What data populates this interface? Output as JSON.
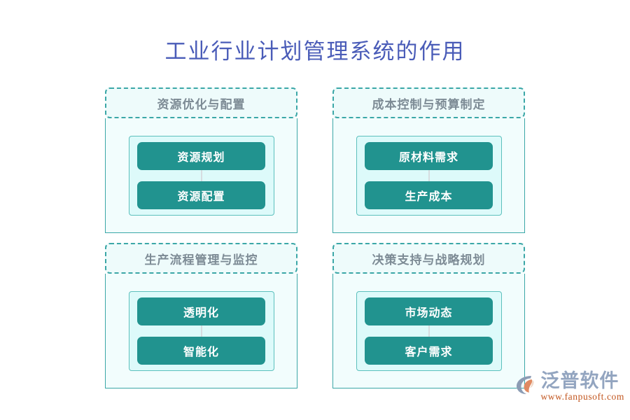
{
  "page": {
    "title": "工业行业计划管理系统的作用",
    "title_color": "#4a5cb8",
    "background_color": "#ffffff"
  },
  "theme": {
    "pill_color": "#21938f",
    "pill_text_color": "#ffffff",
    "dashed_border_color": "#3ba7a7",
    "header_text_color": "#7d8b95",
    "outer_box_fill": "#f2fdfd",
    "inner_box_fill": "#ddfafa",
    "header_box_fill": "#eefbfb"
  },
  "quadrants": [
    {
      "header": "资源优化与配置",
      "items": [
        "资源规划",
        "资源配置"
      ]
    },
    {
      "header": "成本控制与预算制定",
      "items": [
        "原材料需求",
        "生产成本"
      ]
    },
    {
      "header": "生产流程管理与监控",
      "items": [
        "透明化",
        "智能化"
      ]
    },
    {
      "header": "决策支持与战略规划",
      "items": [
        "市场动态",
        "客户需求"
      ]
    }
  ],
  "logo": {
    "name": "泛普软件",
    "url": "www.fanpusoft.com",
    "name_color": "#93a5c0",
    "url_color": "#c2561f",
    "mark_gray": "#8c9cb4",
    "mark_orange": "#e08a62"
  }
}
